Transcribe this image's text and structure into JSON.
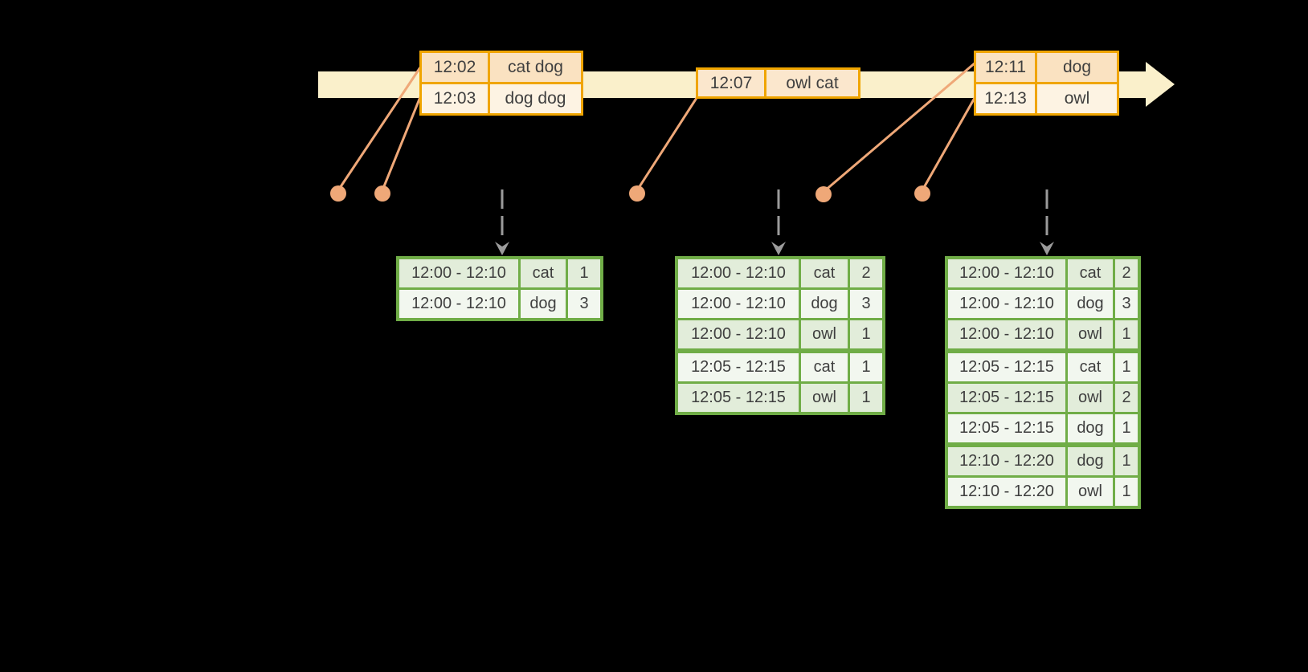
{
  "colors": {
    "background": "#000000",
    "timeline_band": "#FAF0CB",
    "event_table_border": "#F0A500",
    "event_row_peach": "#FAE2C1",
    "event_row_cream": "#FDF3E3",
    "result_table_border": "#70AD47",
    "result_row_tint": "#E2EDDA",
    "result_row_light": "#F2F7EF",
    "connector_orange": "#EFA878",
    "trigger_arrow_gray": "#9B9B9B",
    "text": "#3F3F3F"
  },
  "event_tables": [
    {
      "rows": [
        {
          "time": "12:02",
          "words": "cat dog"
        },
        {
          "time": "12:03",
          "words": "dog dog"
        }
      ]
    },
    {
      "rows": [
        {
          "time": "12:07",
          "words": "owl cat"
        }
      ]
    },
    {
      "rows": [
        {
          "time": "12:11",
          "words": "dog"
        },
        {
          "time": "12:13",
          "words": "owl"
        }
      ]
    }
  ],
  "result_tables": [
    {
      "rows": [
        {
          "window": "12:00 - 12:10",
          "word": "cat",
          "count": "1"
        },
        {
          "window": "12:00 - 12:10",
          "word": "dog",
          "count": "3"
        }
      ]
    },
    {
      "rows": [
        {
          "window": "12:00 - 12:10",
          "word": "cat",
          "count": "2"
        },
        {
          "window": "12:00 - 12:10",
          "word": "dog",
          "count": "3"
        },
        {
          "window": "12:00 - 12:10",
          "word": "owl",
          "count": "1"
        },
        {
          "window": "12:05 - 12:15",
          "word": "cat",
          "count": "1"
        },
        {
          "window": "12:05 - 12:15",
          "word": "owl",
          "count": "1"
        }
      ]
    },
    {
      "rows": [
        {
          "window": "12:00 - 12:10",
          "word": "cat",
          "count": "2"
        },
        {
          "window": "12:00 - 12:10",
          "word": "dog",
          "count": "3"
        },
        {
          "window": "12:00 - 12:10",
          "word": "owl",
          "count": "1"
        },
        {
          "window": "12:05 - 12:15",
          "word": "cat",
          "count": "1"
        },
        {
          "window": "12:05 - 12:15",
          "word": "owl",
          "count": "2"
        },
        {
          "window": "12:05 - 12:15",
          "word": "dog",
          "count": "1"
        },
        {
          "window": "12:10 - 12:20",
          "word": "dog",
          "count": "1"
        },
        {
          "window": "12:10 - 12:20",
          "word": "owl",
          "count": "1"
        }
      ]
    }
  ]
}
